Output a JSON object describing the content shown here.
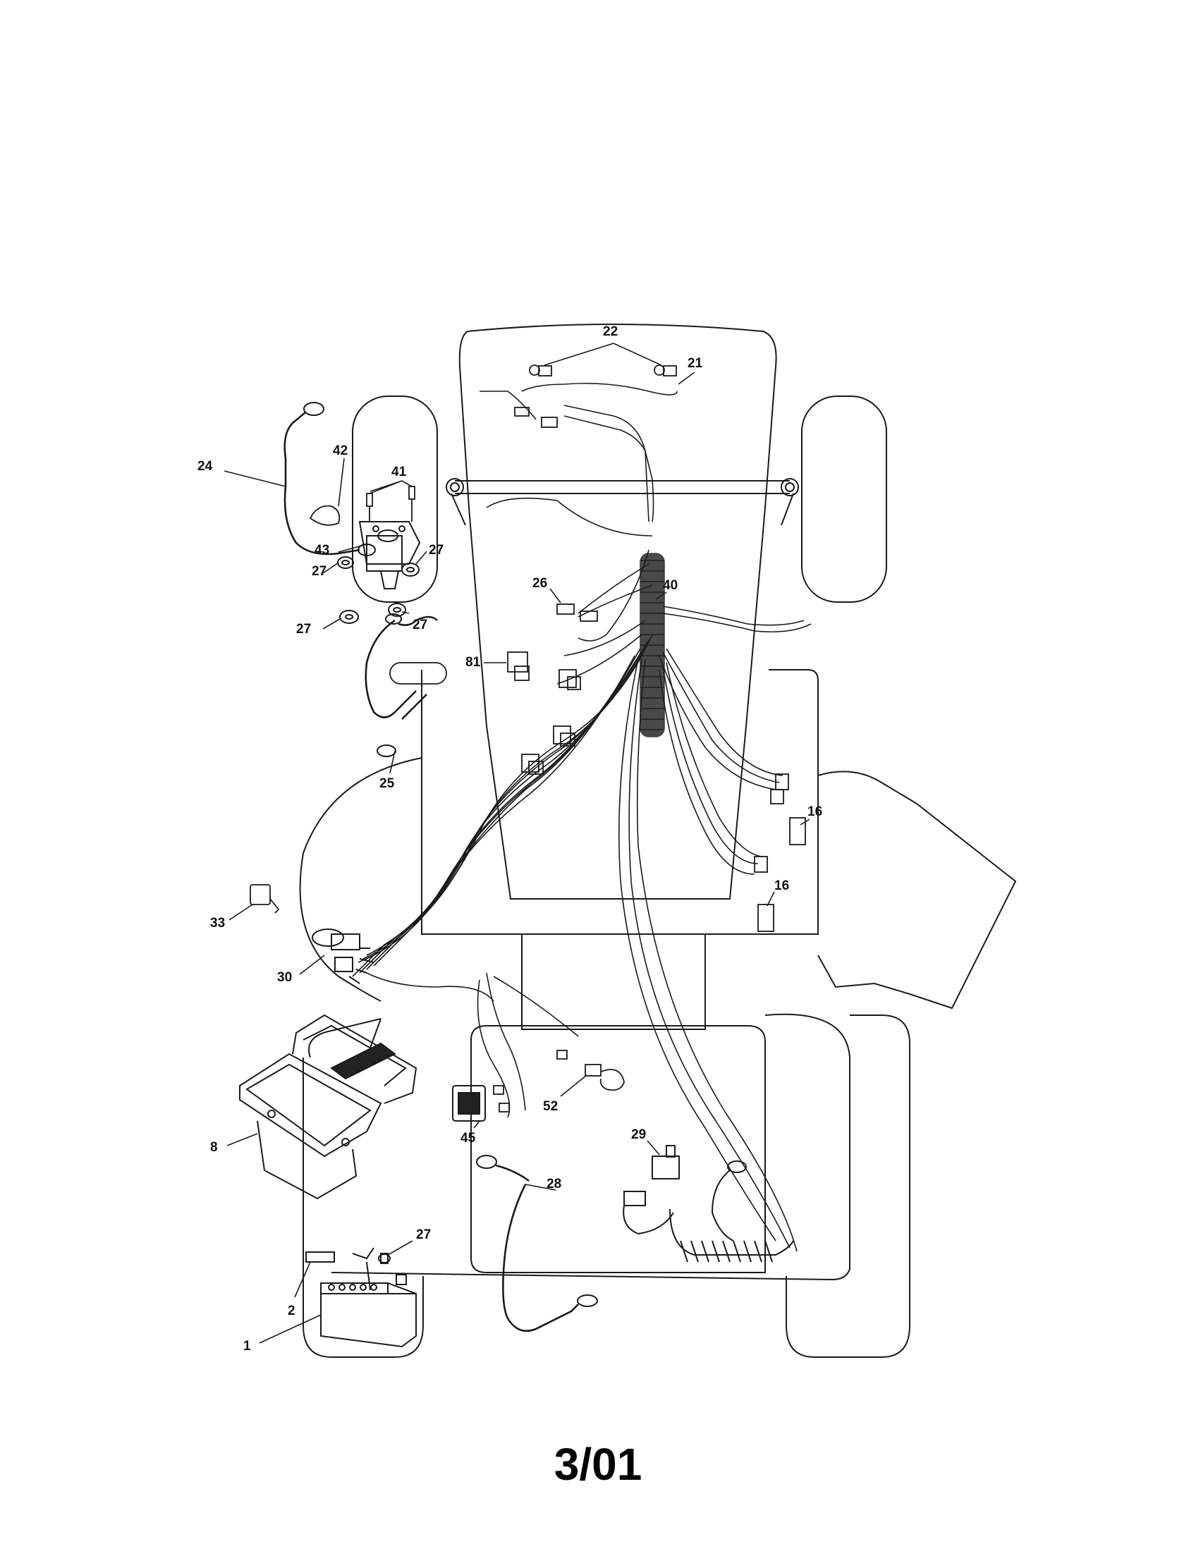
{
  "date_code": "3/01",
  "callouts": [
    "22",
    "21",
    "42",
    "41",
    "24",
    "43",
    "27",
    "27",
    "27",
    "27",
    "26",
    "40",
    "81",
    "25",
    "16",
    "16",
    "33",
    "30",
    "8",
    "52",
    "45",
    "29",
    "28",
    "27",
    "2",
    "1"
  ]
}
